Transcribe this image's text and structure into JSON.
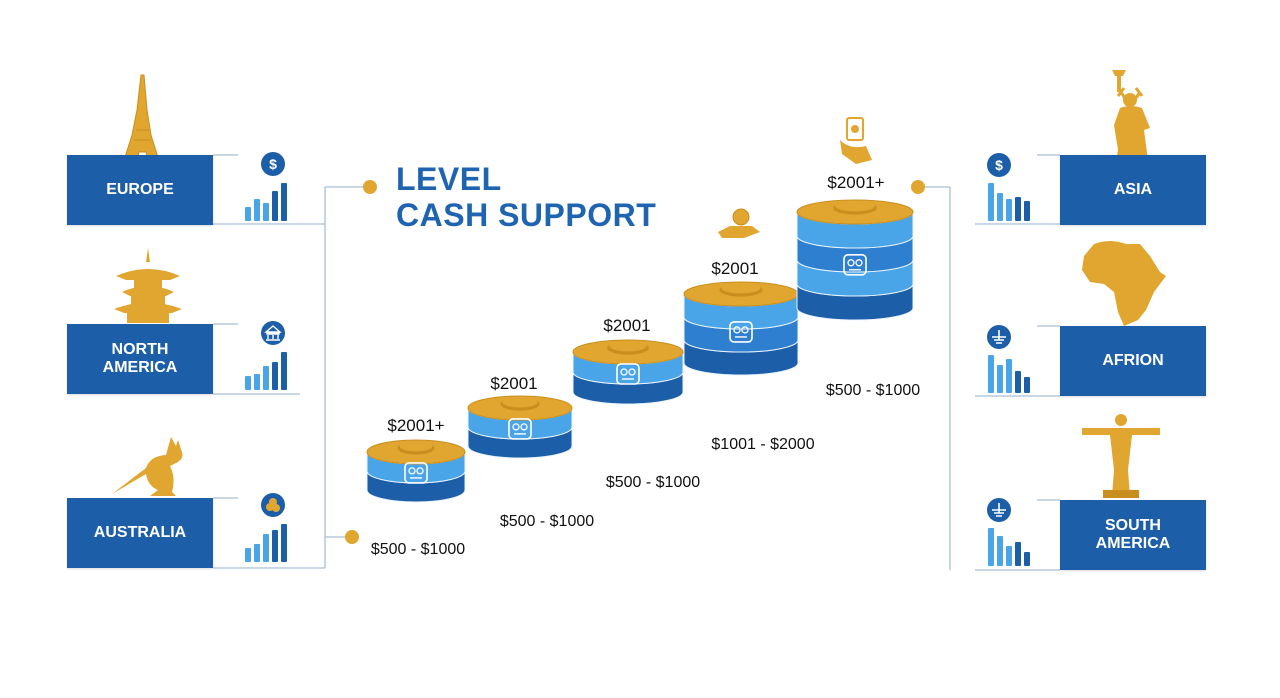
{
  "title": {
    "line1": "LEVEL",
    "line2": "CASH SUPPORT"
  },
  "colors": {
    "blue_dark": "#1c5ea8",
    "blue_mid": "#2f7fd0",
    "blue_light": "#4aa4e8",
    "gold": "#e0a630",
    "gold_dark": "#c98f1e",
    "connector": "#a9bfd4",
    "title_blue": "#1f64b0"
  },
  "regions_left": [
    {
      "label": "EUROPE",
      "landmark_icon": "eiffel-tower-icon",
      "badge_icon": "dollar-coin-icon",
      "bars": [
        0.35,
        0.55,
        0.45,
        0.75,
        0.95
      ]
    },
    {
      "label": "NORTH\nAMERICA",
      "landmark_icon": "pagoda-icon",
      "badge_icon": "bank-icon",
      "bars": [
        0.35,
        0.4,
        0.6,
        0.7,
        0.95
      ]
    },
    {
      "label": "AUSTRALIA",
      "landmark_icon": "kangaroo-icon",
      "badge_icon": "coins-icon",
      "bars": [
        0.35,
        0.45,
        0.7,
        0.8,
        0.95
      ]
    }
  ],
  "regions_right": [
    {
      "label": "ASIA",
      "landmark_icon": "statue-of-liberty-icon",
      "badge_icon": "dollar-coin-icon",
      "bars": [
        0.95,
        0.7,
        0.55,
        0.6,
        0.5
      ]
    },
    {
      "label": "AFRION",
      "landmark_icon": "africa-map-icon",
      "badge_icon": "fountain-icon",
      "bars": [
        0.95,
        0.7,
        0.85,
        0.55,
        0.4
      ]
    },
    {
      "label": "SOUTH\nAMERICA",
      "landmark_icon": "christ-redeemer-icon",
      "badge_icon": "fountain-icon",
      "bars": [
        0.95,
        0.75,
        0.5,
        0.6,
        0.35
      ]
    }
  ],
  "tiers": [
    {
      "value_label": "$2001+",
      "range_label": "$500 - $1000",
      "layers": 2,
      "top_icon": null
    },
    {
      "value_label": "$2001",
      "range_label": "$500 - $1000",
      "layers": 2,
      "top_icon": null
    },
    {
      "value_label": "$2001",
      "range_label": "$500 - $1000",
      "layers": 2,
      "top_icon": null
    },
    {
      "value_label": "$2001",
      "range_label": "$1001 - $2000",
      "layers": 3,
      "top_icon": "coin-hand-icon"
    },
    {
      "value_label": "$2001+",
      "range_label": "$500 - $1000",
      "layers": 4,
      "top_icon": "money-hand-icon"
    }
  ]
}
